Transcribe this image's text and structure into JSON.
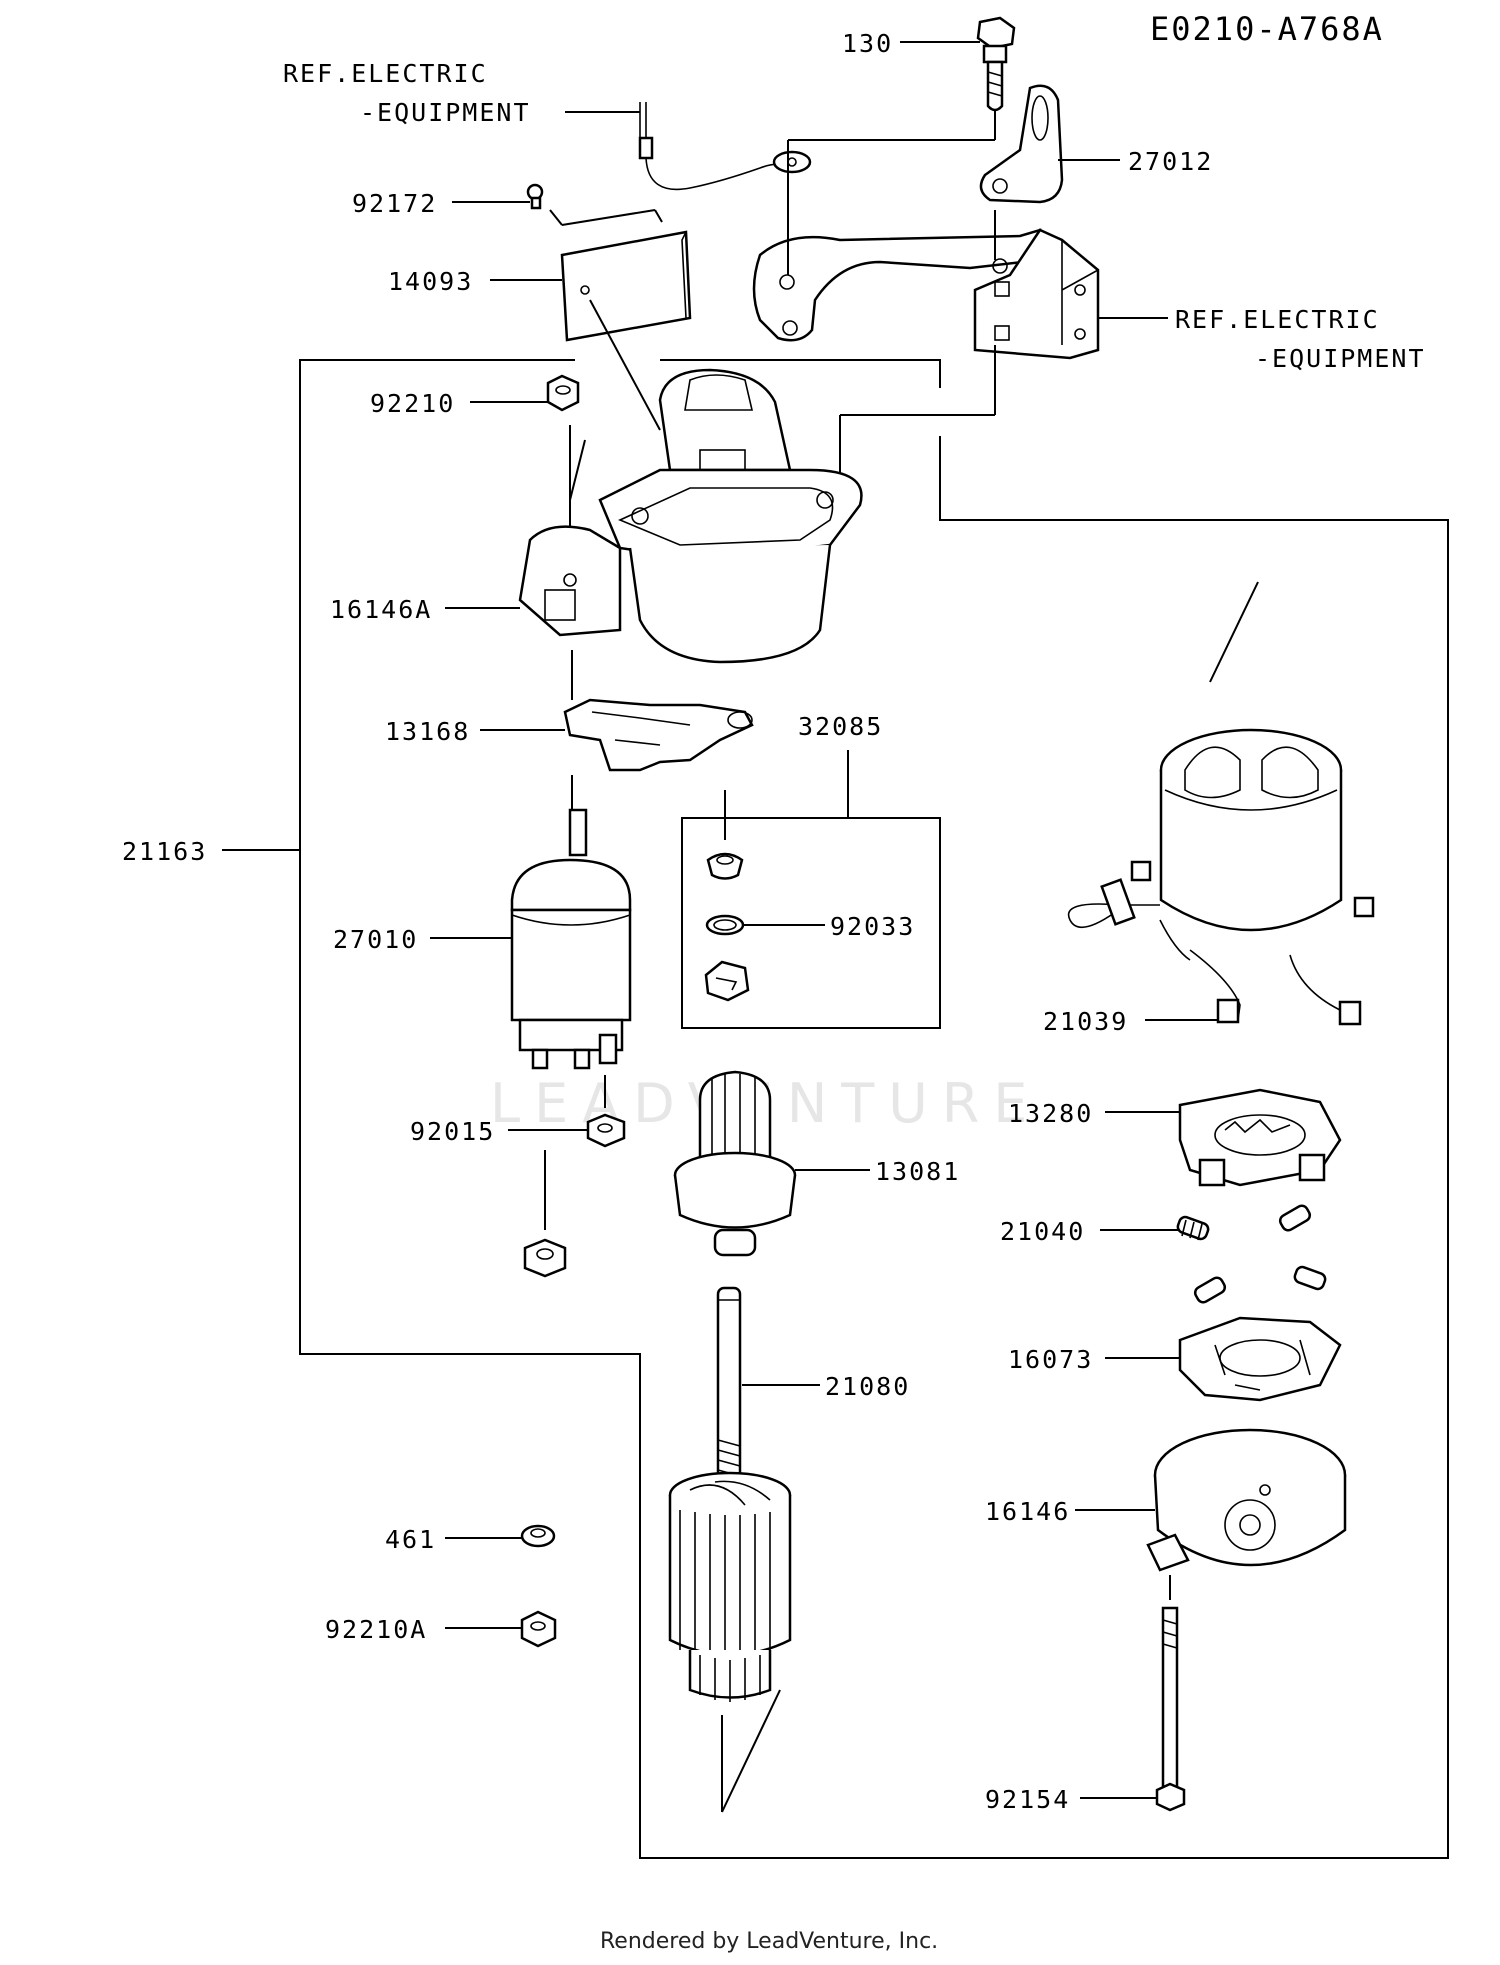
{
  "diagram_code": "E0210-A768A",
  "credit": "Rendered by LeadVenture, Inc.",
  "watermark": "LEADVENTURE",
  "labels": {
    "p130": "130",
    "ref_electric_top_1": "REF.ELECTRIC",
    "ref_electric_top_2": "-EQUIPMENT",
    "p27012": "27012",
    "p92172": "92172",
    "p14093": "14093",
    "ref_electric_right_1": "REF.ELECTRIC",
    "ref_electric_right_2": "-EQUIPMENT",
    "p92210": "92210",
    "p16146A": "16146A",
    "p13168": "13168",
    "p32085": "32085",
    "p21163": "21163",
    "p27010": "27010",
    "p92033": "92033",
    "p21039": "21039",
    "p13280": "13280",
    "p92015": "92015",
    "p13081": "13081",
    "p21040": "21040",
    "p16073": "16073",
    "p21080": "21080",
    "p16146": "16146",
    "p461": "461",
    "p92210A": "92210A",
    "p92154": "92154"
  }
}
